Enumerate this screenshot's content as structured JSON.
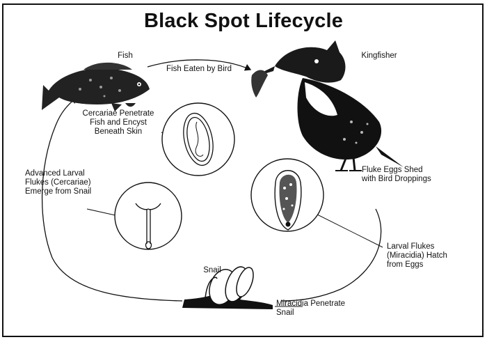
{
  "title": "Black Spot Lifecycle",
  "labels": {
    "fish": "Fish",
    "kingfisher": "Kingfisher",
    "snail": "Snail",
    "fish_eaten": "Fish Eaten by Bird",
    "cercariae_penetrate": "Cercariae Penetrate\nFish and Encyst\nBeneath Skin",
    "advanced_larval": "Advanced Larval\nFlukes (Cercariae)\nEmerge from Snail",
    "fluke_eggs": "Fluke Eggs Shed\nwith Bird Droppings",
    "larval_hatch": "Larval Flukes\n(Miracidia) Hatch\nfrom Eggs",
    "miracidia_penetrate": "Miracidia Penetrate\nSnail"
  },
  "colors": {
    "ink": "#111111",
    "paper": "#ffffff"
  }
}
